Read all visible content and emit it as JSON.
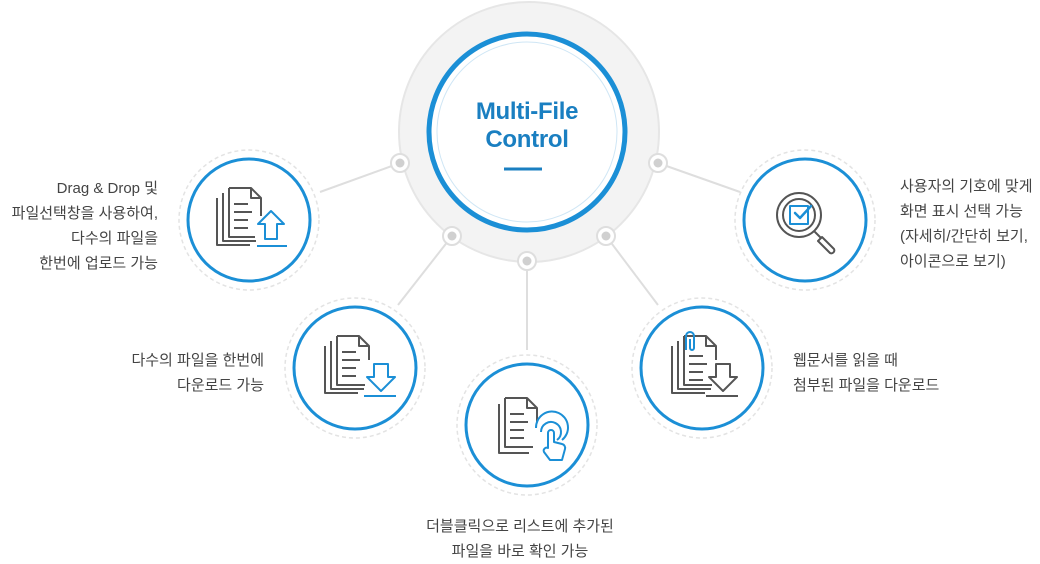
{
  "center": {
    "title_line1": "Multi-File",
    "title_line2": "Control"
  },
  "features": {
    "upload": {
      "icon": "document-upload-icon",
      "lines": [
        "Drag & Drop 및",
        "파일선택창을 사용하여,",
        "다수의 파일을",
        "한번에 업로드 가능"
      ]
    },
    "download": {
      "icon": "document-download-icon",
      "lines": [
        "다수의 파일을 한번에",
        "다운로드 가능"
      ]
    },
    "dblclick": {
      "icon": "document-click-icon",
      "lines": [
        "더블클릭으로 리스트에 추가된",
        "파일을 바로 확인 가능"
      ]
    },
    "webdoc": {
      "icon": "attachment-download-icon",
      "lines": [
        "웹문서를 읽을 때",
        "첨부된 파일을 다운로드"
      ]
    },
    "view": {
      "icon": "magnifier-check-icon",
      "lines": [
        "사용자의 기호에 맞게",
        "화면 표시 선택 가능",
        "(자세히/간단히 보기,",
        "아이콘으로 보기)"
      ]
    }
  },
  "colors": {
    "accent": "#1a7fc1",
    "ring": "#1b8fd6",
    "connector": "#dcdcdc",
    "icon_stroke": "#555555",
    "text": "#444444"
  }
}
